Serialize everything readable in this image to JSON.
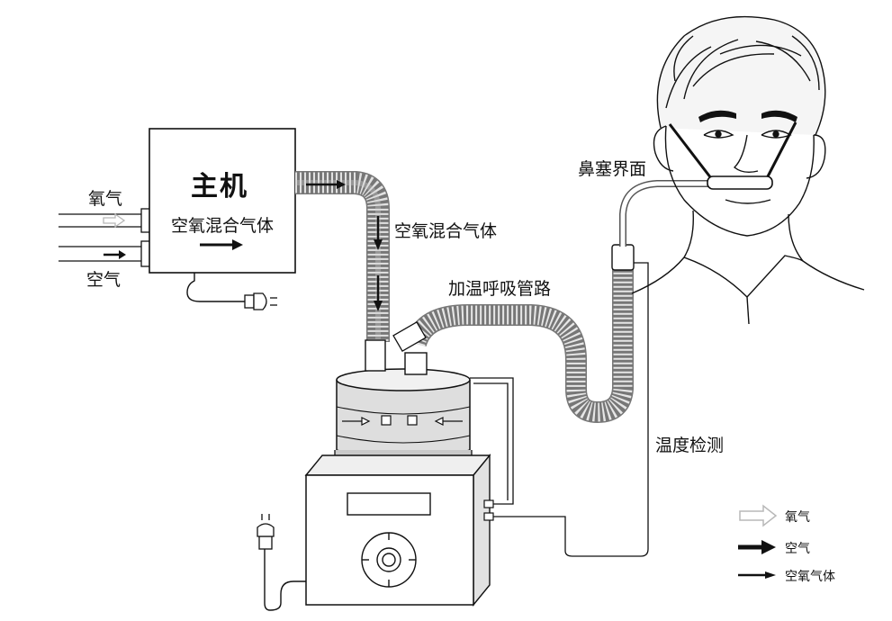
{
  "main_unit": {
    "title": "主机",
    "output_label": "空氧混合气体"
  },
  "inlets": {
    "oxygen": "氧气",
    "air": "空气"
  },
  "tube_labels": {
    "mixed_gas": "空氧混合气体",
    "heated_circuit": "加温呼吸管路",
    "temperature_probe": "温度检测",
    "nasal_interface": "鼻塞界面"
  },
  "legend": {
    "items": [
      {
        "label": "氧气",
        "arrow": "hollow-arrow-icon"
      },
      {
        "label": "空气",
        "arrow": "bold-arrow-icon"
      },
      {
        "label": "空氧气体",
        "arrow": "thin-arrow-icon"
      }
    ]
  },
  "colors": {
    "line": "#111111",
    "tube_fill": "#dcdcdc",
    "oxygen_arrow": "#b8b8b8"
  }
}
